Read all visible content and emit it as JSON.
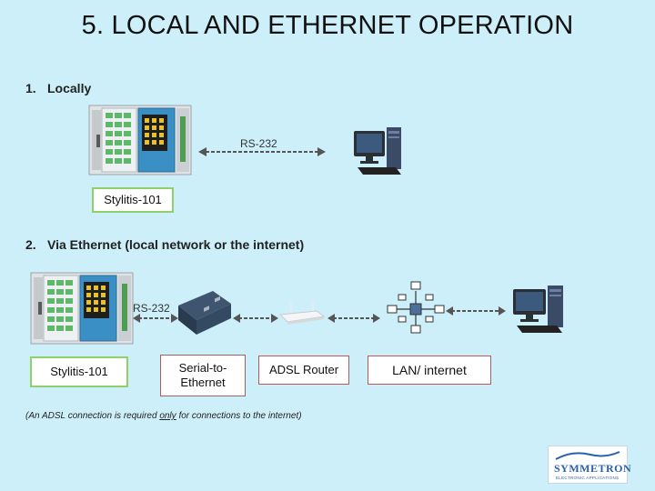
{
  "title": "5. LOCAL AND ETHERNET OPERATION",
  "section1": {
    "number": "1.",
    "label": "Locally"
  },
  "section2": {
    "number": "2.",
    "label": "Via Ethernet (local network or the internet)"
  },
  "local": {
    "cable": "RS-232",
    "device": "Stylitis-101"
  },
  "ethernet": {
    "cable": "RS-232",
    "device": "Stylitis-101",
    "converter": "Serial-to-Ethernet",
    "converter_line1": "Serial-to-",
    "converter_line2": "Ethernet",
    "router": "ADSL Router",
    "network": "LAN/ internet"
  },
  "note": {
    "before": "(An ADSL connection is required ",
    "emphasis": "only",
    "after": " for connections to the internet)"
  },
  "logo": {
    "name": "SYMMETRON",
    "tagline": "ELECTRONIC APPLICATIONS"
  },
  "colors": {
    "background": "#cdeff9",
    "device_box_border": "#8fd06a",
    "other_box_border": "#b35a5a",
    "cable": "#555555"
  }
}
